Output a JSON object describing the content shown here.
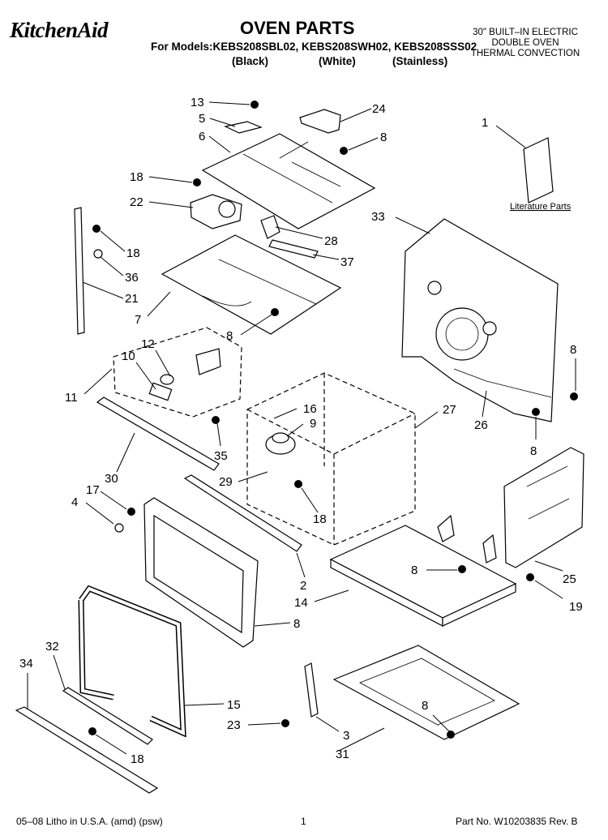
{
  "header": {
    "brand": "KitchenAid",
    "title": "OVEN PARTS",
    "models_line": "For Models:KEBS208SBL02, KEBS208SWH02, KEBS208SSS02",
    "variants": [
      "(Black)",
      "(White)",
      "(Stainless)"
    ],
    "product_lines": [
      "30\" BUILT–IN ELECTRIC",
      "DOUBLE OVEN",
      "THERMAL CONVECTION"
    ]
  },
  "literature_label": "Literature Parts",
  "callouts": [
    "13",
    "5",
    "6",
    "24",
    "8",
    "1",
    "18",
    "22",
    "28",
    "37",
    "33",
    "18",
    "36",
    "21",
    "7",
    "8",
    "12",
    "10",
    "11",
    "16",
    "9",
    "27",
    "26",
    "8",
    "8",
    "35",
    "30",
    "29",
    "18",
    "17",
    "4",
    "2",
    "25",
    "8",
    "19",
    "14",
    "8",
    "34",
    "32",
    "15",
    "23",
    "3",
    "31",
    "8",
    "18"
  ],
  "footer": {
    "left": "05–08 Litho in U.S.A. (amd) (psw)",
    "center": "1",
    "right": "Part No. W10203835 Rev. B"
  }
}
